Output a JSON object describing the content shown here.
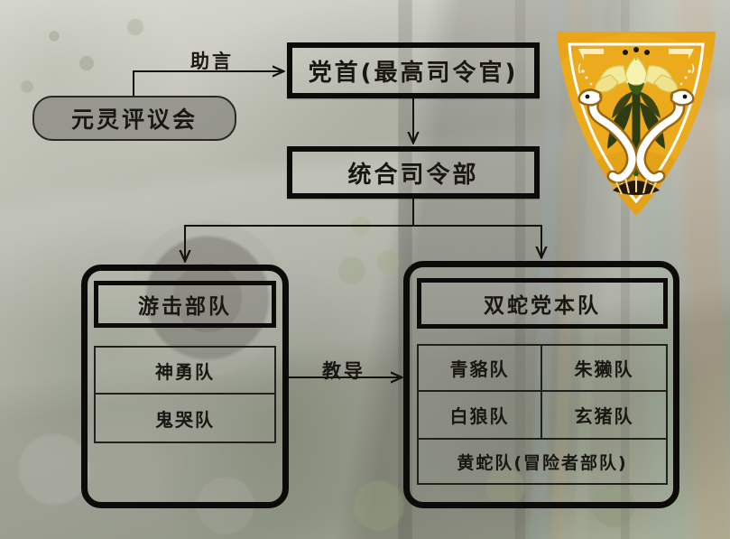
{
  "org_chart": {
    "title_nodes": {
      "party_leader": "党首(最高司令官)",
      "joint_command": "统合司令部",
      "council": "元灵评议会"
    },
    "edge_labels": {
      "advice": "助言",
      "instruct": "教导"
    },
    "left_group": {
      "header": "游击部队",
      "units": [
        "神勇队",
        "鬼哭队"
      ]
    },
    "right_group": {
      "header": "双蛇党本队",
      "grid_units": [
        "青貉队",
        "朱獭队",
        "白狼队",
        "玄猪队"
      ],
      "wide_unit": "黄蛇队(冒险者部队)"
    }
  },
  "emblem": {
    "name": "twin-serpent-lily-crest",
    "shield_color": "#E9A517",
    "shield_dark": "#C98A10",
    "outline_color": "#FFFFFF",
    "foliage_color": "#2E3C14",
    "flower_color": "#F2EC9A",
    "snake_color": "#FFFFFF",
    "snake_outline": "#8A5A12"
  },
  "palette": {
    "ink": "#0d0b09",
    "pill_fill": "#8c8c86",
    "background_wash": "#d8d8cc"
  }
}
